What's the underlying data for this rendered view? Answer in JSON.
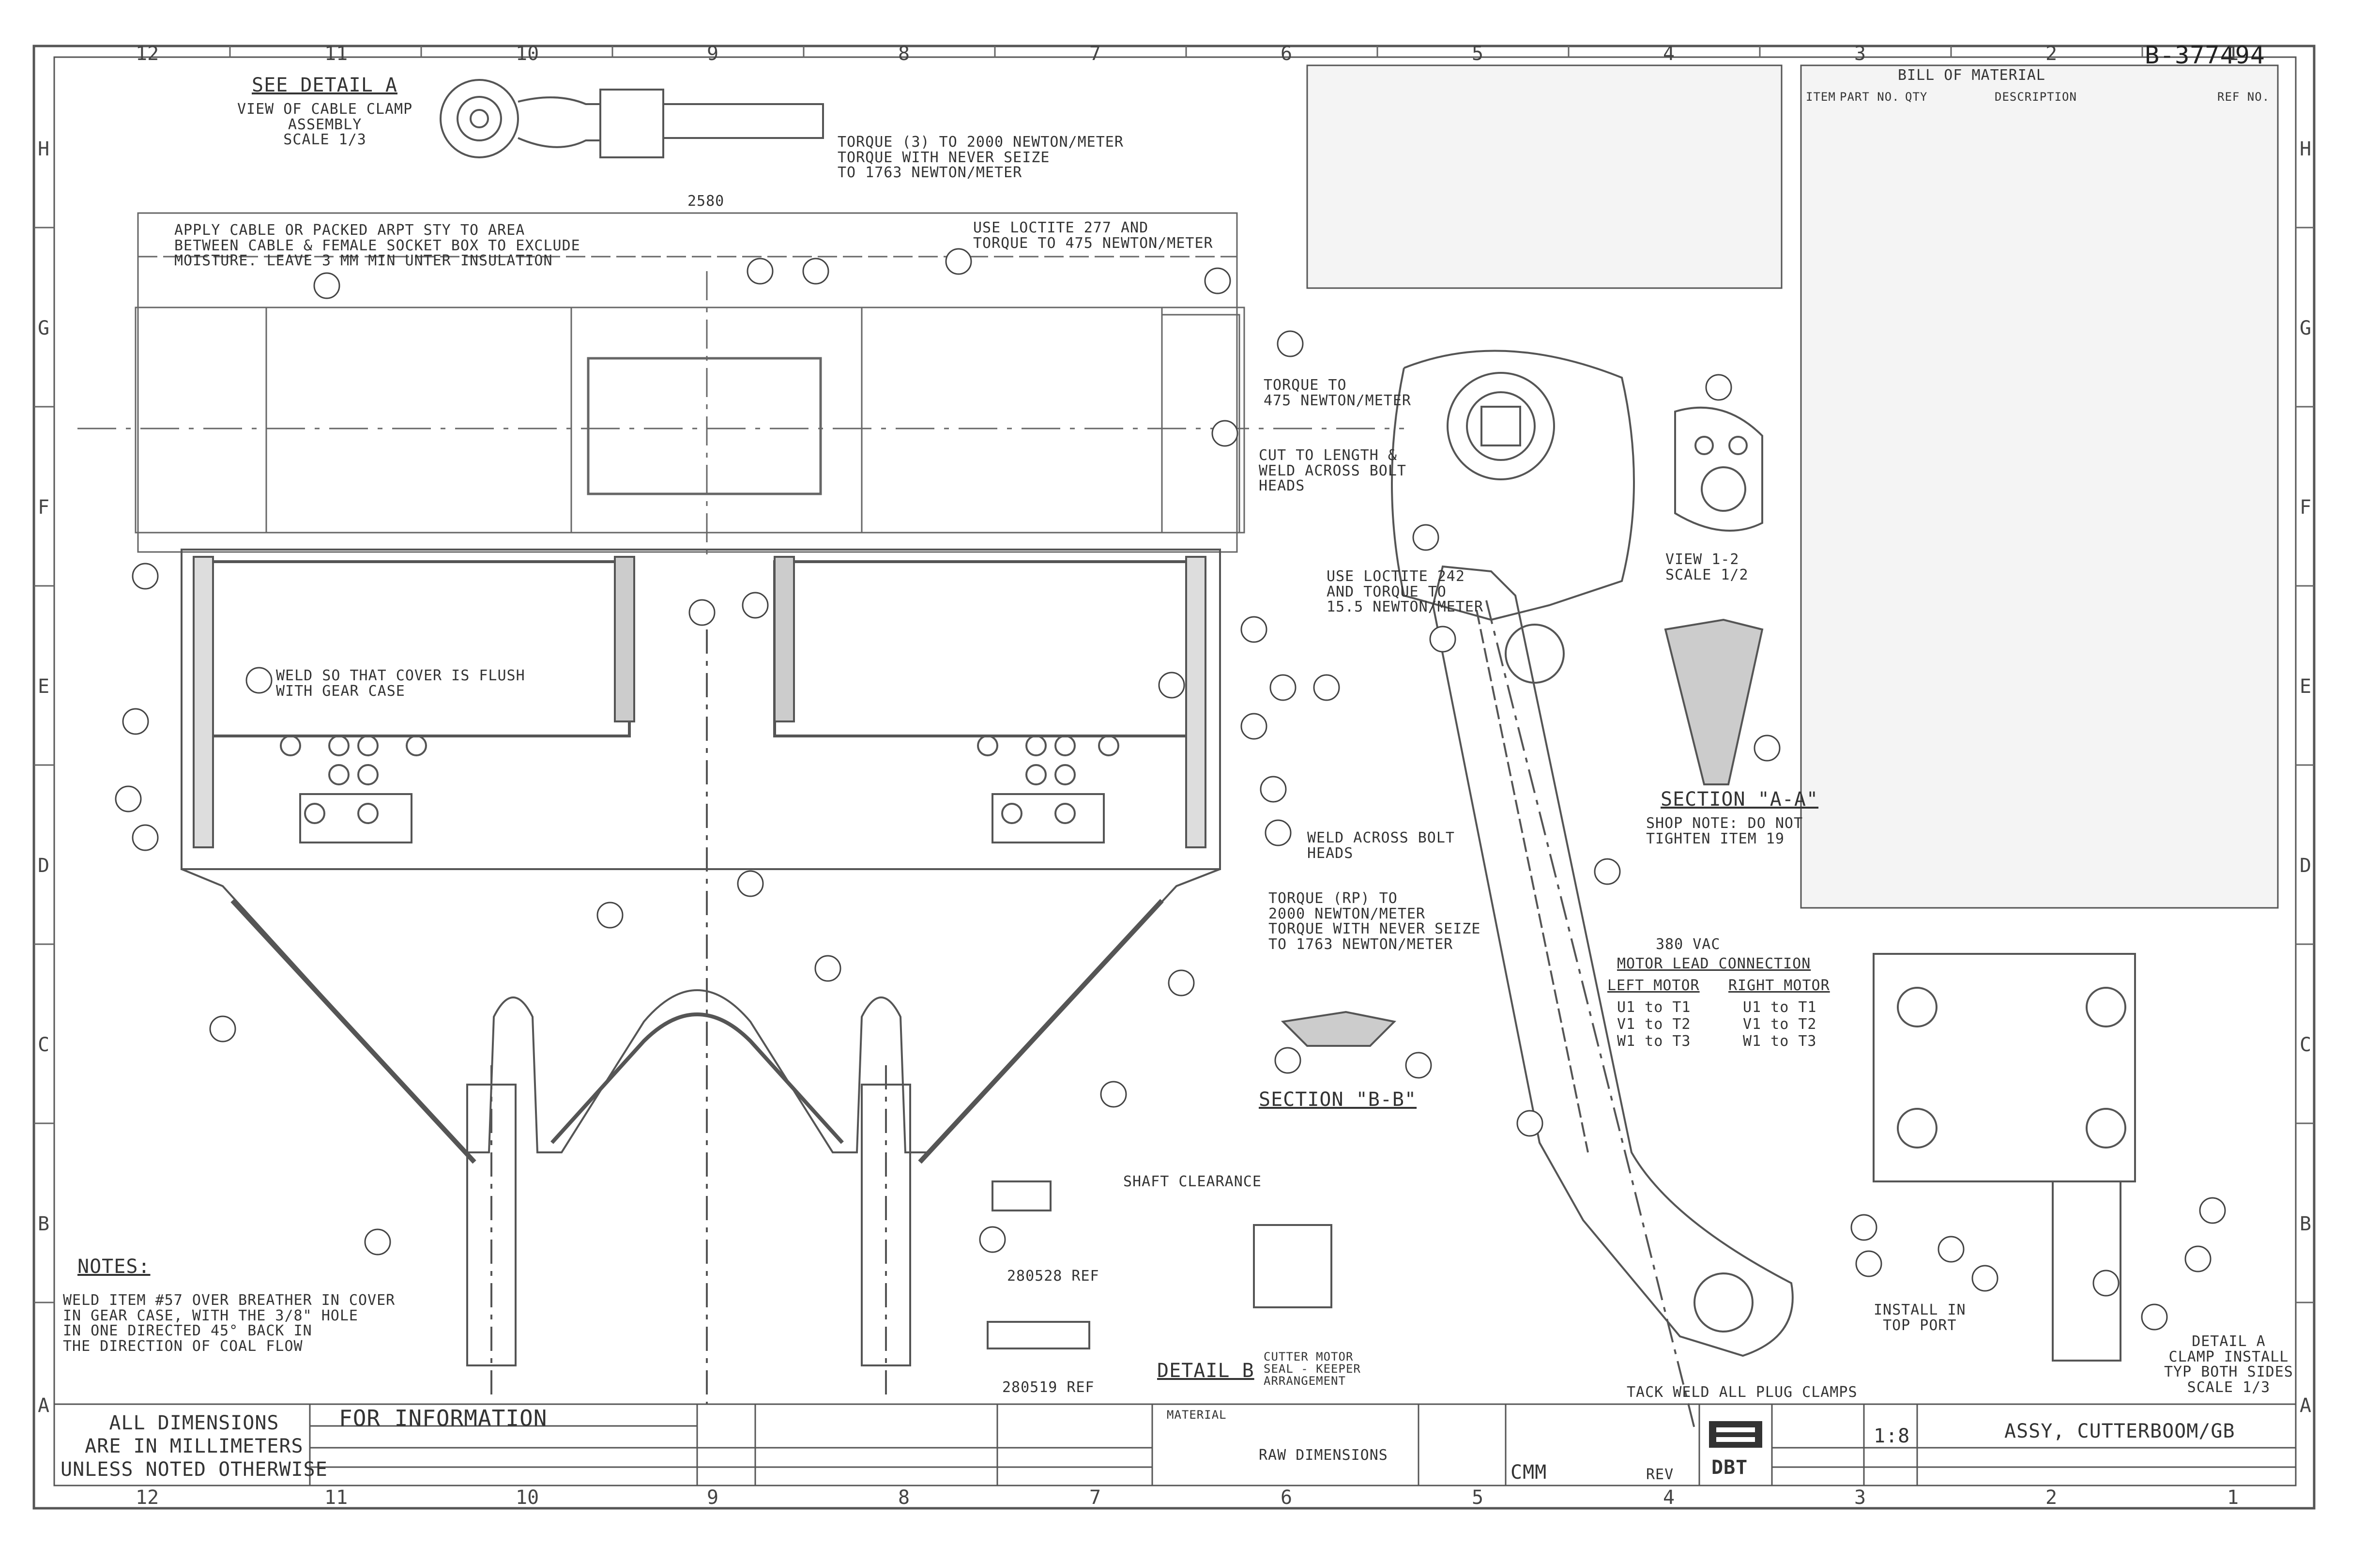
{
  "drawing_number": "B-377494",
  "border": {
    "top_zones": [
      "12",
      "11",
      "10",
      "9",
      "8",
      "7",
      "6",
      "5",
      "4",
      "3",
      "2",
      "1"
    ],
    "bottom_zones": [
      "12",
      "11",
      "10",
      "9",
      "8",
      "7",
      "6",
      "5",
      "4",
      "3",
      "2",
      "1"
    ],
    "row_letters": [
      "H",
      "G",
      "F",
      "E",
      "D",
      "C",
      "B",
      "A"
    ]
  },
  "detail_a": {
    "title": "SEE DETAIL A",
    "desc": "VIEW OF CABLE CLAMP\nASSEMBLY\nSCALE 1/3"
  },
  "notes_top": {
    "cable_note": "APPLY CABLE OR PACKED ARPT STY TO AREA\nBETWEEN CABLE & FEMALE SOCKET BOX TO EXCLUDE\nMOISTURE. LEAVE 3 MM MIN UNTER INSULATION",
    "dim_2580": "2580",
    "torque_top": "TORQUE (3) TO 2000 NEWTON/METER\nTORQUE WITH NEVER SEIZE\nTO 1763 NEWTON/METER",
    "loctite_note": "USE LOCTITE 277 AND\nTORQUE TO 475 NEWTON/METER",
    "torque_475": "TORQUE TO\n475 NEWTON/METER",
    "cut_to_length": "CUT TO LENGTH &\nWELD ACROSS BOLT\nHEADS",
    "weld_cover": "WELD SO THAT COVER IS FLUSH\nWITH GEAR CASE",
    "weld_bolt_heads": "WELD ACROSS BOLT\nHEADS",
    "torque_mid": "TORQUE (RP) TO\n2000 NEWTON/METER\nTORQUE WITH NEVER SEIZE\nTO 1763 NEWTON/METER",
    "loctite_15": "USE LOCTITE 242\nAND TORQUE TO\n15.5 NEWTON/METER",
    "view_note": "VIEW 1-2\nSCALE 1/2"
  },
  "section_a": {
    "title": "SECTION \"A-A\"",
    "note": "SHOP NOTE: DO NOT\nTIGHTEN ITEM 19"
  },
  "motor_lead": {
    "title": "MOTOR LEAD CONNECTION",
    "left_head": "LEFT MOTOR",
    "right_head": "RIGHT MOTOR",
    "left_rows": [
      "U1 to T1",
      "V1 to T2",
      "W1 to T3"
    ],
    "right_rows": [
      "U1 to T1",
      "V1 to T2",
      "W1 to T3"
    ],
    "sub_title": "380 VAC"
  },
  "section_b": {
    "title": "SECTION \"B-B\""
  },
  "shaft_clearance": "SHAFT CLEARANCE",
  "refs": {
    "ref_1": "280528 REF",
    "ref_2": "280519 REF"
  },
  "detail_b": {
    "title": "DETAIL B",
    "desc": "CUTTER MOTOR\nSEAL - KEEPER\nARRANGEMENT"
  },
  "notes": {
    "title": "NOTES:",
    "body": "WELD ITEM #57 OVER BREATHER IN COVER\nIN GEAR CASE, WITH THE 3/8\" HOLE\nIN ONE DIRECTED 45° BACK IN\nTHE DIRECTION OF COAL FLOW"
  },
  "install_note": "INSTALL IN\nTOP PORT",
  "tack_weld": "TACK WELD ALL PLUG CLAMPS",
  "detail_a_bottom": "DETAIL A\nCLAMP INSTALL\nTYP BOTH SIDES\nSCALE 1/3",
  "title_block": {
    "dimensions_note": "ALL DIMENSIONS\nARE IN MILLIMETERS\nUNLESS NOTED OTHERWISE",
    "for_information": "FOR INFORMATION",
    "material_label": "MATERIAL",
    "raw_dimensions": "RAW DIMENSIONS",
    "drawing_title": "ASSY, CUTTERBOOM/GB",
    "scale": "1:8",
    "company": "DBT",
    "cmm": "CMM",
    "rev_label": "REV"
  },
  "bom": {
    "title": "BILL OF MATERIAL",
    "head_item": "ITEM",
    "head_part": "PART NO.",
    "head_qty": "QTY",
    "head_desc": "DESCRIPTION",
    "head_ref": "REF NO."
  }
}
